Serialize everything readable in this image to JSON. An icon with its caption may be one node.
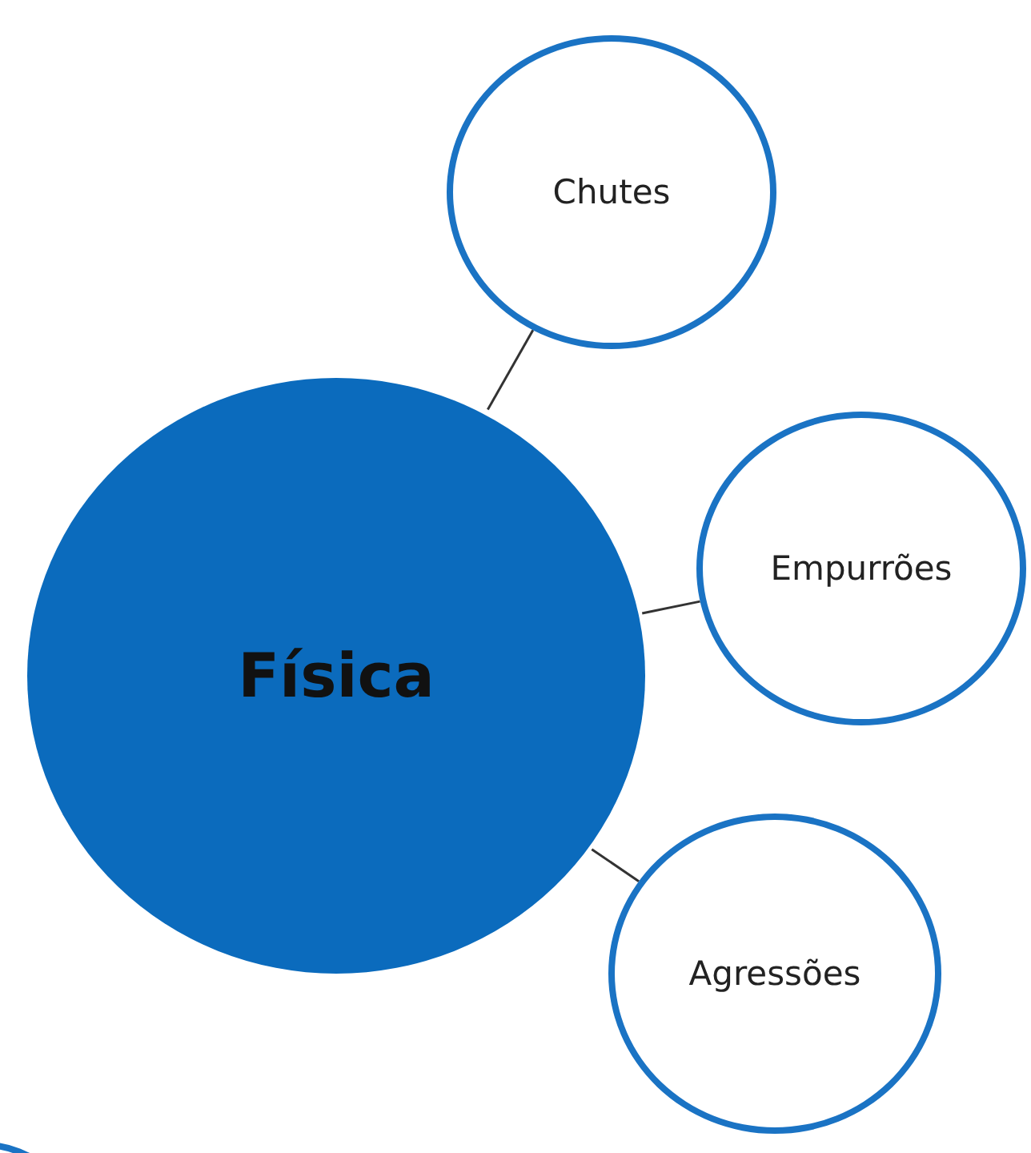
{
  "diagram": {
    "nodes": [
      {
        "text": [
          "Física"
        ]
      },
      {
        "text": [
          "Chutes"
        ]
      },
      {
        "text": [
          "Empurrões"
        ]
      },
      {
        "text": [
          "Agressões"
        ]
      },
      {
        "text": [],
        "shape": "circle"
      }
    ],
    "edges": [
      {
        "from": 0,
        "to": 1,
        "arrow": "none"
      },
      {
        "from": 0,
        "to": 2,
        "arrow": "none"
      },
      {
        "from": 0,
        "to": 3,
        "arrow": "none"
      }
    ]
  }
}
